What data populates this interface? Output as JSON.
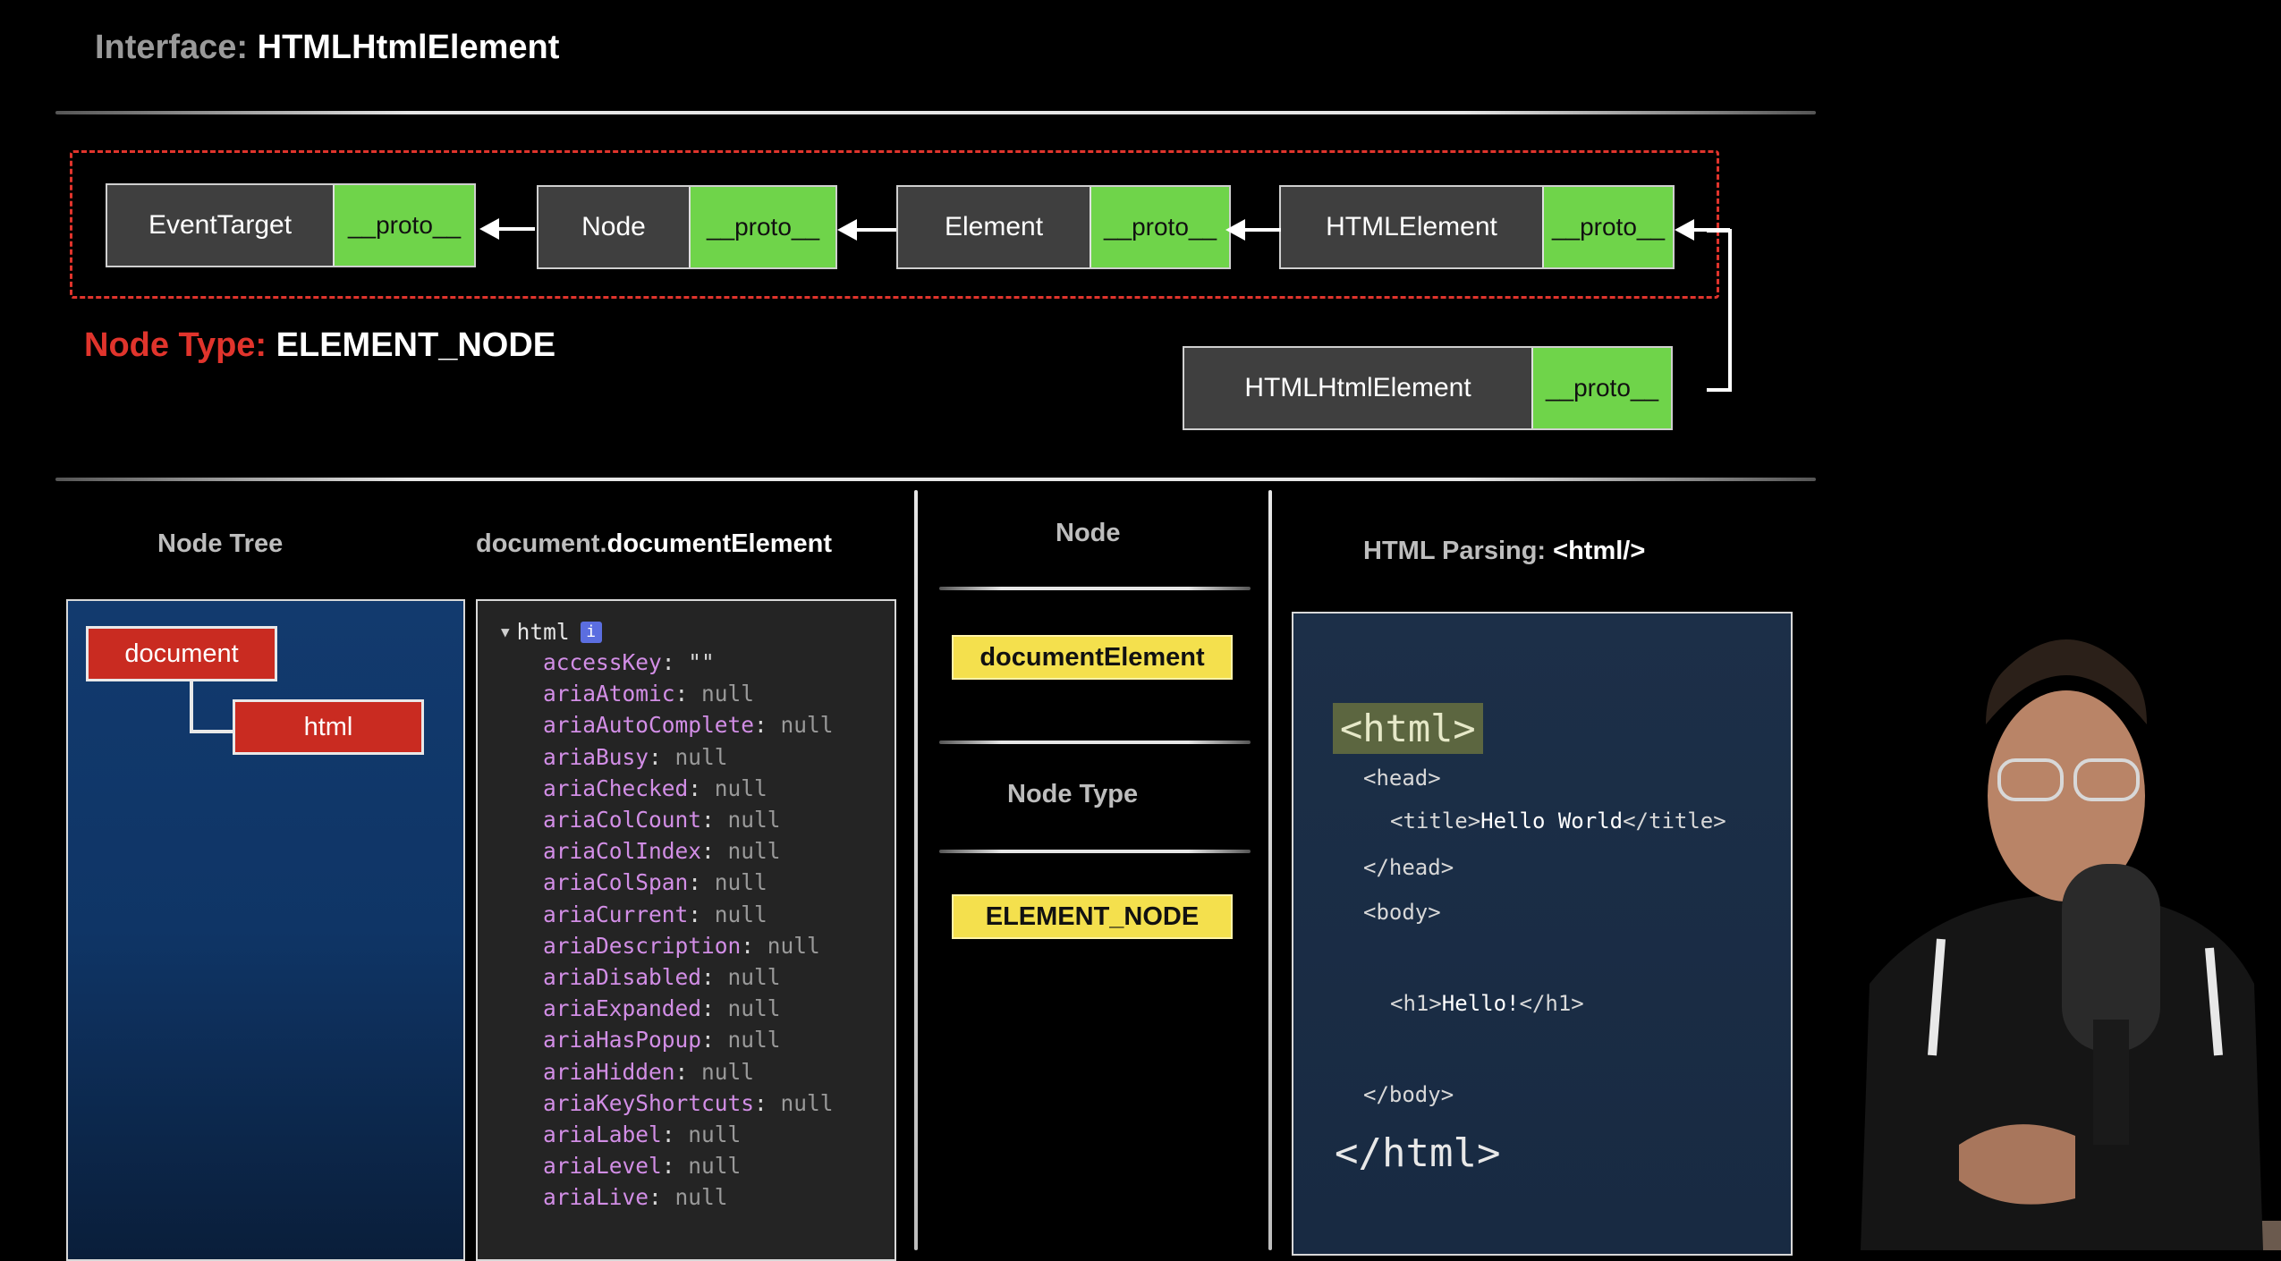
{
  "header": {
    "title_prefix": "Interface:",
    "title_value": "HTMLHtmlElement"
  },
  "chain": [
    {
      "name": "EventTarget",
      "proto": "__proto__"
    },
    {
      "name": "Node",
      "proto": "__proto__"
    },
    {
      "name": "Element",
      "proto": "__proto__"
    },
    {
      "name": "HTMLElement",
      "proto": "__proto__"
    }
  ],
  "current": {
    "name": "HTMLHtmlElement",
    "proto": "__proto__"
  },
  "node_type": {
    "label": "Node Type:",
    "value": "ELEMENT_NODE"
  },
  "columns": {
    "node_tree": "Node Tree",
    "doc_elem_prefix": "document.",
    "doc_elem_value": "documentElement",
    "node": "Node",
    "parsing_prefix": "HTML Parsing:",
    "parsing_value": "<html/>"
  },
  "tree": {
    "root": "document",
    "child": "html"
  },
  "devtools": {
    "root": "html",
    "info_icon": "i",
    "props": [
      {
        "key": "accessKey",
        "value": "\"\""
      },
      {
        "key": "ariaAtomic",
        "value": "null"
      },
      {
        "key": "ariaAutoComplete",
        "value": "null"
      },
      {
        "key": "ariaBusy",
        "value": "null"
      },
      {
        "key": "ariaChecked",
        "value": "null"
      },
      {
        "key": "ariaColCount",
        "value": "null"
      },
      {
        "key": "ariaColIndex",
        "value": "null"
      },
      {
        "key": "ariaColSpan",
        "value": "null"
      },
      {
        "key": "ariaCurrent",
        "value": "null"
      },
      {
        "key": "ariaDescription",
        "value": "null"
      },
      {
        "key": "ariaDisabled",
        "value": "null"
      },
      {
        "key": "ariaExpanded",
        "value": "null"
      },
      {
        "key": "ariaHasPopup",
        "value": "null"
      },
      {
        "key": "ariaHidden",
        "value": "null"
      },
      {
        "key": "ariaKeyShortcuts",
        "value": "null"
      },
      {
        "key": "ariaLabel",
        "value": "null"
      },
      {
        "key": "ariaLevel",
        "value": "null"
      },
      {
        "key": "ariaLive",
        "value": "null"
      }
    ]
  },
  "node_panel": {
    "node_value": "documentElement",
    "type_label": "Node Type",
    "type_value": "ELEMENT_NODE"
  },
  "code": {
    "html_open": "<html>",
    "head_open": "<head>",
    "title_line_open": "<title>",
    "title_text": "Hello World",
    "title_line_close": "</title>",
    "head_close": "</head>",
    "body_open": "<body>",
    "h1_open": "<h1>",
    "h1_text": "Hello!",
    "h1_close": "</h1>",
    "body_close": "</body>",
    "html_close": "</html>"
  },
  "colors": {
    "accent_red": "#e0342c",
    "proto_green": "#6fd44a",
    "highlight_yellow": "#f4e04d",
    "panel_blue": "#0f3566"
  }
}
